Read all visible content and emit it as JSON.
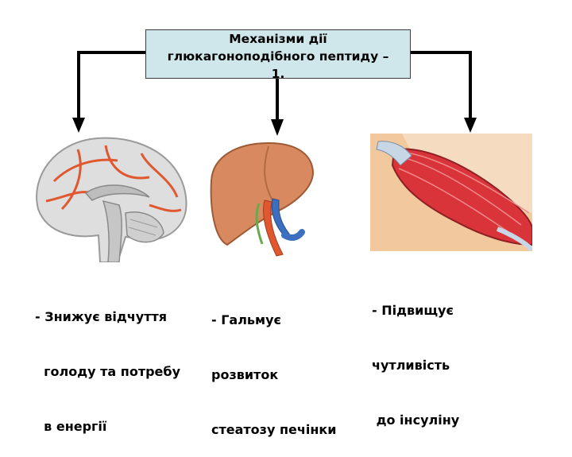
{
  "title": {
    "line1": "Механізми дії",
    "line2": "глюкагоноподібного пептиду –",
    "line3": "1."
  },
  "captions": {
    "brain": [
      "- Знижує відчуття",
      "  голоду та потребу",
      "  в енергії"
    ],
    "liver": [
      "- Гальмує",
      "розвиток",
      "стеатозу печінки"
    ],
    "muscle": [
      "- Підвищує",
      "чутливість",
      " до інсуліну"
    ]
  },
  "colors": {
    "title_bg": "#cfe6ea",
    "arrow": "#000000",
    "liver": "#d9895f",
    "muscle": "#d9343a",
    "skin": "#f2c89f",
    "brain": "#dcdcdc",
    "vessel": "#e0582f"
  },
  "illustrations": [
    "brain-image",
    "liver-image",
    "arm-muscle-image"
  ]
}
